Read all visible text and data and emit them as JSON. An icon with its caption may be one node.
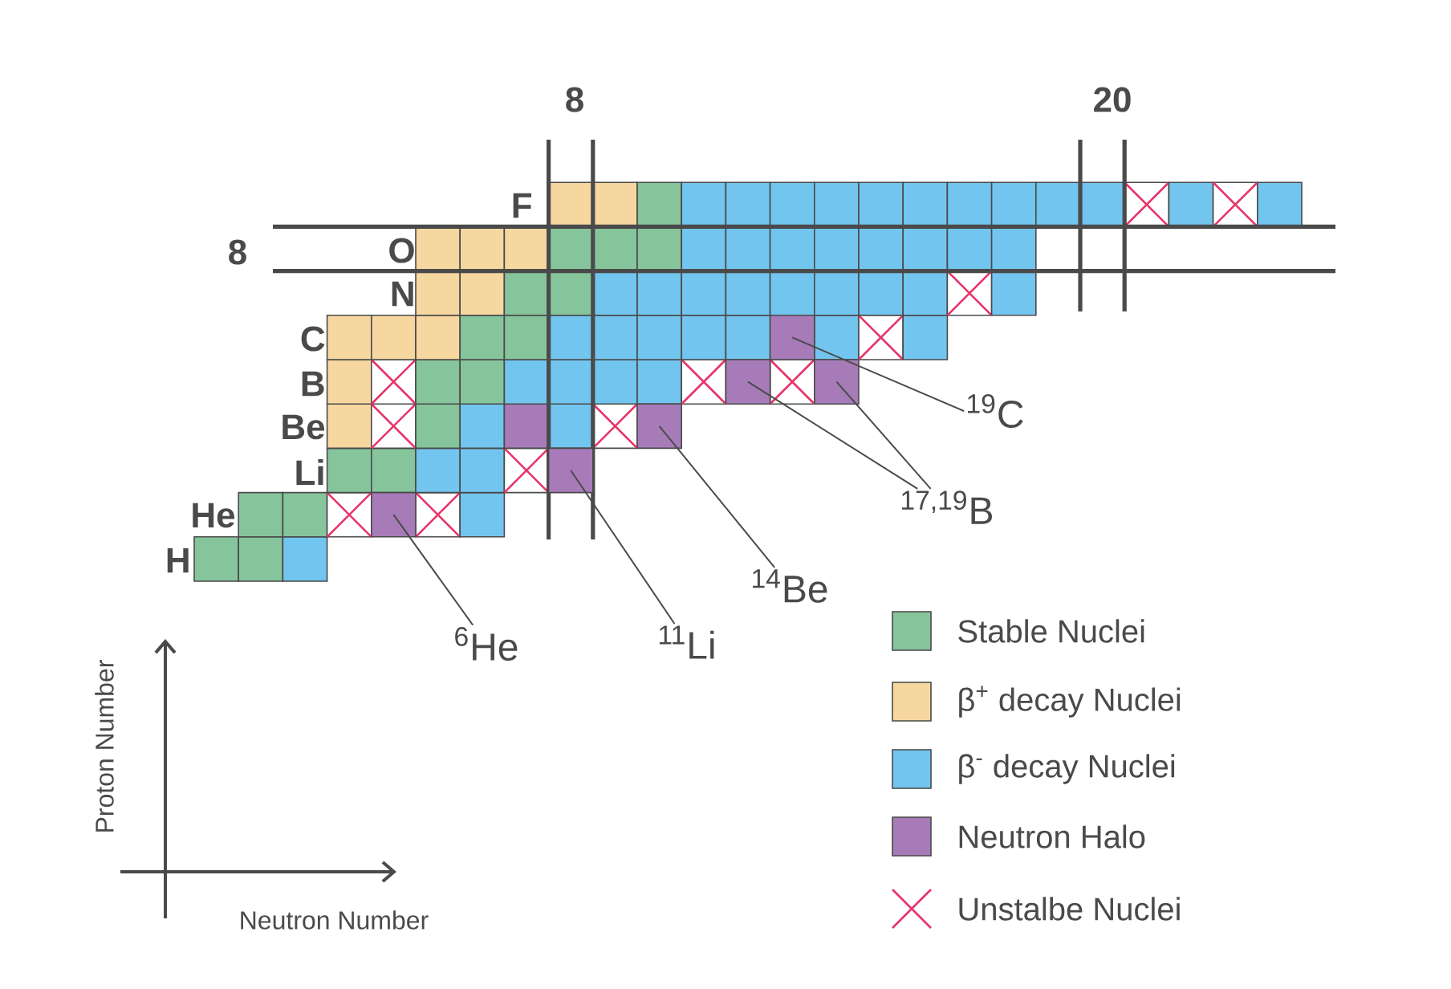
{
  "diagram": {
    "nodes": [
      {
        "text": [
          "$^{6}$He"
        ]
      },
      {
        "text": [
          "$^{11}$Li"
        ]
      },
      {
        "text": [
          "$^{14}$Be"
        ]
      },
      {
        "text": [
          "$^{17,19}$B"
        ]
      },
      {
        "text": [
          "$^{19}$C"
        ]
      },
      {
        "text": [],
        "shape": "box"
      },
      {
        "text": [],
        "shape": "box"
      },
      {
        "text": [],
        "shape": "box"
      },
      {
        "text": [],
        "shape": "box"
      },
      {
        "text": [],
        "shape": "box"
      },
      {
        "text": [],
        "shape": "box"
      }
    ],
    "edges": [
      {
        "from": 0,
        "to": 5,
        "arrow": "none"
      },
      {
        "from": 1,
        "to": 6,
        "arrow": "none"
      },
      {
        "from": 2,
        "to": 7,
        "arrow": "none"
      },
      {
        "from": 3,
        "to": 8,
        "arrow": "none"
      },
      {
        "from": 3,
        "to": 10,
        "arrow": "none"
      },
      {
        "from": 4,
        "to": 9,
        "arrow": "none"
      }
    ],
    "labels": [
      "8",
      "20",
      "F",
      "8",
      "O",
      "N",
      "C",
      "B",
      "Be",
      "Li",
      "He",
      "H",
      "Proton Number",
      "Neutron Number"
    ],
    "legend": [
      {
        "text": "Stable Nuclei",
        "color": "#86c49b"
      },
      {
        "text": "β$^{+}$ decay Nuclei",
        "color": "#f6d7a0"
      },
      {
        "text": "β$^{-}$ decay Nuclei",
        "color": "#72c5ee"
      },
      {
        "text": "Neutron Halo",
        "color": "#a77bb8"
      },
      {
        "text": "Unstalbe Nuclei"
      }
    ]
  }
}
